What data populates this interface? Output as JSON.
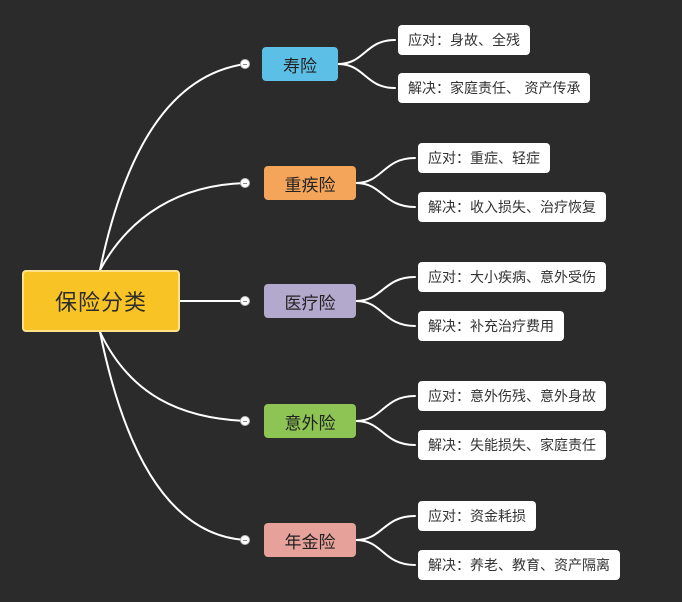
{
  "root": {
    "label": "保险分类",
    "color": "#f7c325"
  },
  "categories": [
    {
      "label": "寿险",
      "color": "#5cc0e6",
      "leaves": [
        "应对：身故、全残",
        "解决：家庭责任、 资产传承"
      ]
    },
    {
      "label": "重疾险",
      "color": "#f4a55a",
      "leaves": [
        "应对：重症、轻症",
        "解决：收入损失、治疗恢复"
      ]
    },
    {
      "label": "医疗险",
      "color": "#b3a9cd",
      "leaves": [
        "应对：大小疾病、意外受伤",
        "解决：补充治疗费用"
      ]
    },
    {
      "label": "意外险",
      "color": "#8dc454",
      "leaves": [
        "应对：意外伤残、意外身故",
        "解决：失能损失、家庭责任"
      ]
    },
    {
      "label": "年金险",
      "color": "#e6a19b",
      "leaves": [
        "应对：资金耗损",
        "解决：养老、教育、资产隔离"
      ]
    }
  ]
}
